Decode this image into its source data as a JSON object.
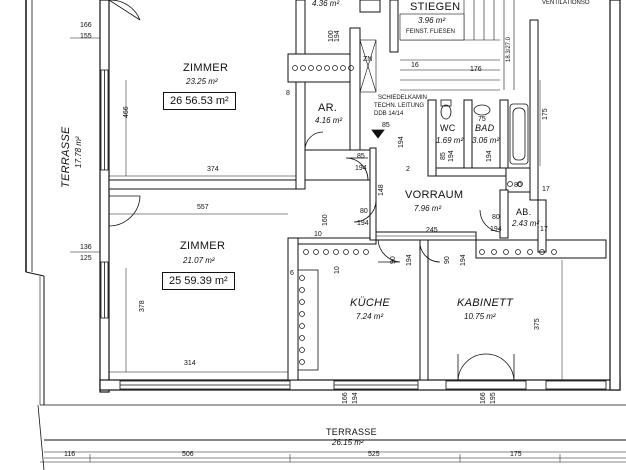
{
  "rooms": {
    "zimmer1": {
      "name": "ZIMMER",
      "area": "23.25 m²",
      "box": "26   56.53 m²"
    },
    "zimmer2": {
      "name": "ZIMMER",
      "area": "21.07 m²",
      "box": "25   59.39 m²"
    },
    "stiegen": {
      "name": "STIEGEN",
      "area": "3.96 m²",
      "note": "FEINST. FLIESEN"
    },
    "top_room": {
      "area": "4.36 m²"
    },
    "ar": {
      "name": "AR.",
      "area": "4.16 m²"
    },
    "wc": {
      "name": "WC",
      "area": "1.69 m²"
    },
    "bad": {
      "name": "BAD",
      "area": "3.06 m²"
    },
    "vorraum": {
      "name": "VORRAUM",
      "area": "7.96 m²"
    },
    "ab": {
      "name": "AB.",
      "area": "2.43 m²"
    },
    "kueche": {
      "name": "KÜCHE",
      "area": "7.24 m²"
    },
    "kabinett": {
      "name": "KABINETT",
      "area": "10.75 m²"
    },
    "terrasse_left": {
      "name": "TERRASSE",
      "area": "17.78 m²"
    },
    "terrasse_bottom": {
      "name": "TERRASSE",
      "area": "26.15 m²"
    }
  },
  "notes": {
    "zn": "ZN",
    "schiedel1": "SCHIEDELKAMIN",
    "schiedel2": "TECHN. LEITUNG",
    "schiedel3": "DDB 14/14",
    "stair_step": "18.3/27.0",
    "vent": "VENTILATIONSÖ"
  },
  "dims": {
    "d166": "166",
    "d155": "155",
    "d466": "466",
    "d374": "374",
    "d557": "557",
    "d136": "136",
    "d125": "125",
    "d378": "378",
    "d314": "314",
    "d16": "16",
    "d176": "176",
    "d160": "160",
    "d10a": "10",
    "d10b": "10",
    "d245": "245",
    "d148": "148",
    "d80a": "80",
    "d194a": "194",
    "d85a": "85",
    "d194b": "194",
    "d85b": "85",
    "d194c": "194",
    "d90a": "90",
    "d194d": "194",
    "d90b": "90",
    "d194e": "194",
    "d80b": "80",
    "d194f": "194",
    "d80c": "80",
    "d17a": "17",
    "d17b": "17",
    "d75": "75",
    "d85c": "85",
    "d194g": "194",
    "d194h": "194",
    "d175a": "175",
    "d375": "375",
    "d166b": "166",
    "d194i": "194",
    "d166c": "166",
    "d195": "195",
    "d100": "100",
    "d194j": "194",
    "d8": "8",
    "d62": "6",
    "d2": "2",
    "b116": "116",
    "b506": "506",
    "b525": "525",
    "b175": "175"
  }
}
